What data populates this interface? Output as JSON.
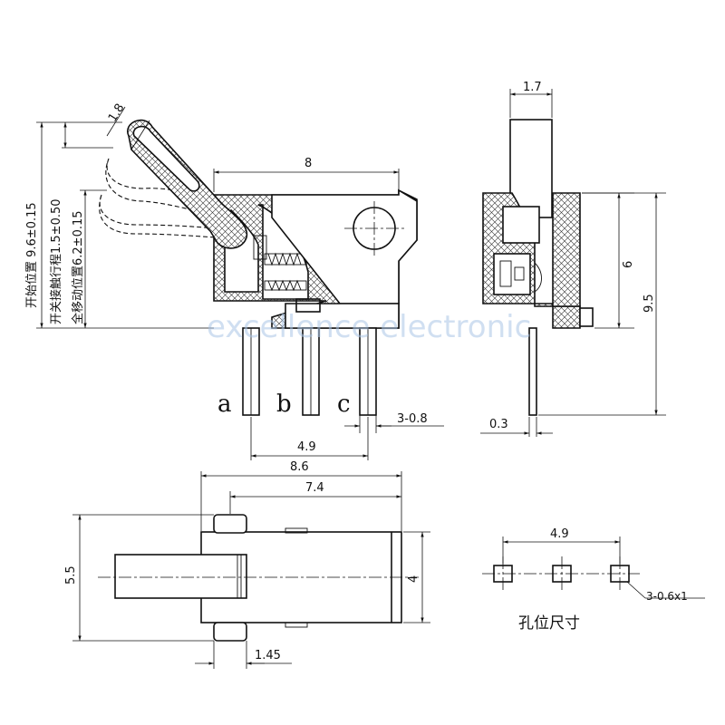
{
  "watermark": "excellence electronic",
  "front_view": {
    "dimensions": {
      "width": "8",
      "handle_width": "1.8",
      "pin_pitch": "4.9",
      "total_width": "8.6",
      "pin_spec": "3-0.8"
    },
    "pin_labels": [
      "a",
      "b",
      "c"
    ],
    "positions": {
      "start": "开始位置 9.6±0.15",
      "contact": "开关接触行程1.5±0.50",
      "full_travel": "全移动位置6.2±0.15"
    }
  },
  "side_view": {
    "dimensions": {
      "lever_width": "1.7",
      "body_height": "6",
      "total_height": "9.5",
      "pin_thickness": "0.3"
    }
  },
  "top_view": {
    "dimensions": {
      "body_length": "7.4",
      "overall_height": "5.5",
      "body_height": "4",
      "offset": "1.45"
    }
  },
  "hole_layout": {
    "title": "孔位尺寸",
    "pitch": "4.9",
    "hole_spec": "3-0.6x1"
  }
}
